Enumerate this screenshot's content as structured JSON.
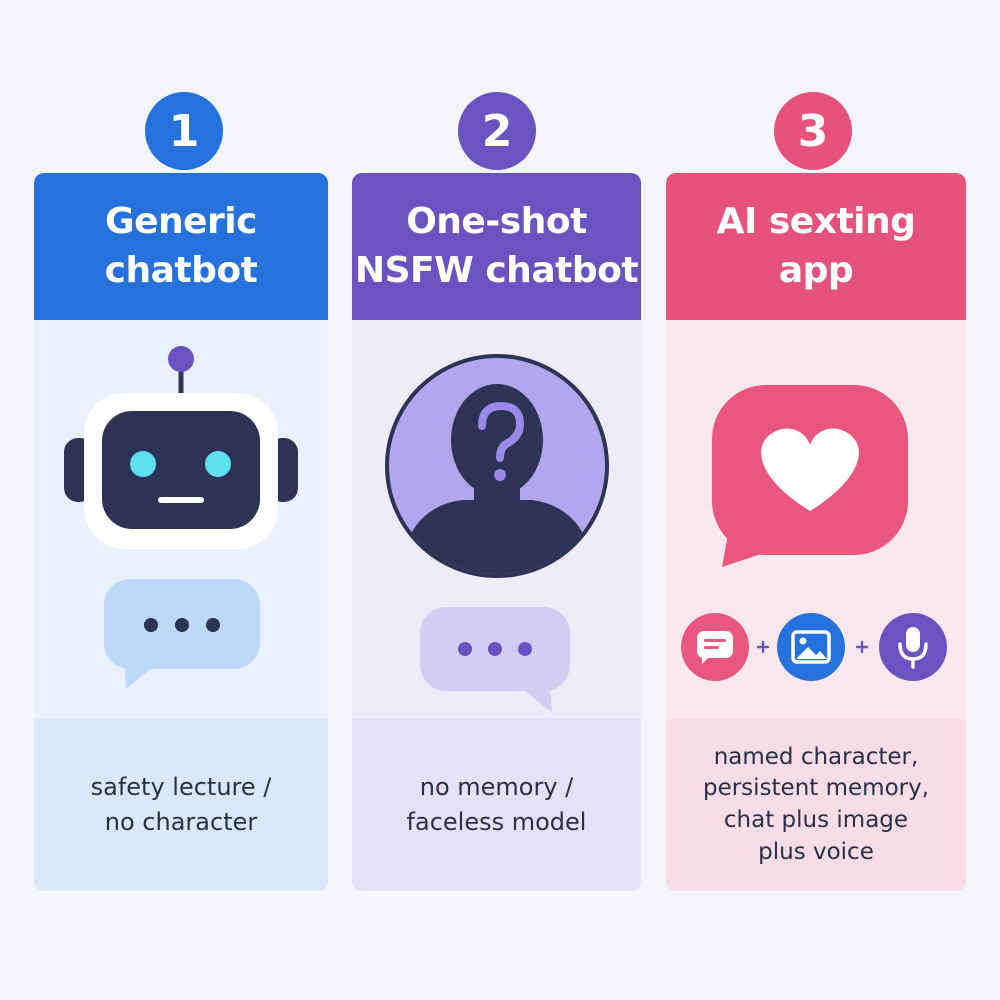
{
  "steps": [
    {
      "number": "1",
      "title": "Generic\nchatbot",
      "caption": "safety lecture /\nno character",
      "icons": [
        "robot-icon",
        "typing-bubble-icon"
      ],
      "colors": {
        "accent": "#2671dc",
        "body": "#e8f1fc",
        "caption_bg": "#d9e9fb"
      }
    },
    {
      "number": "2",
      "title": "One-shot\nNSFW chatbot",
      "caption": "no memory /\nfaceless model",
      "icons": [
        "faceless-silhouette-icon",
        "question-mark-icon",
        "typing-bubble-icon"
      ],
      "colors": {
        "accent": "#6a53c0",
        "body": "#efecfa",
        "caption_bg": "#e6e1f6"
      }
    },
    {
      "number": "3",
      "title": "AI sexting\napp",
      "caption": "named character,\npersistent memory,\nchat plus image\nplus voice",
      "icons": [
        "heart-chat-bubble-icon",
        "chat-icon",
        "image-icon",
        "microphone-icon"
      ],
      "colors": {
        "accent": "#e5537c",
        "body": "#fbe7ee",
        "caption_bg": "#f9dde6"
      }
    }
  ]
}
